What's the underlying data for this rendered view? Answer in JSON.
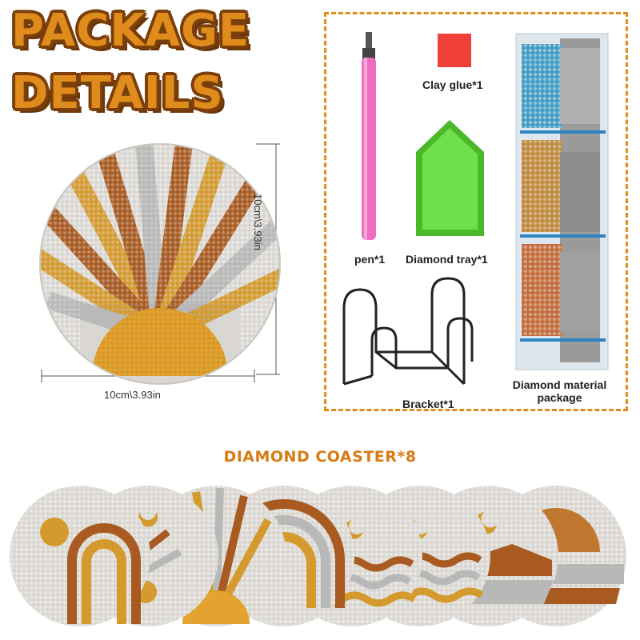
{
  "title": {
    "line1": "PACKAGE",
    "line2": "DETAILS"
  },
  "dimensions": {
    "height_label": "10cm\\3.93in",
    "width_label": "10cm\\3.93in"
  },
  "package_items": [
    {
      "label": "Clay glue*1",
      "icon": "clay-glue-icon"
    },
    {
      "label": "pen*1",
      "icon": "drill-pen-icon"
    },
    {
      "label": "Diamond tray*1",
      "icon": "diamond-tray-icon"
    },
    {
      "label": "Bracket*1",
      "icon": "bracket-icon"
    },
    {
      "label_line1": "Diamond material",
      "label_line2": "package",
      "icon": "material-package-icon"
    }
  ],
  "coasters_title": "DIAMOND COASTER*8",
  "coaster_count": 8,
  "colors": {
    "accent_orange": "#e08c1c",
    "dark_brown": "#7a3f0a",
    "gold": "#d49a2e",
    "rust": "#a85a20",
    "silver": "#b8b8b8",
    "base_gray": "#dcdad6",
    "tray_green": "#5bd135",
    "pen_pink": "#f06cc0",
    "glue_red": "#f0403a"
  }
}
